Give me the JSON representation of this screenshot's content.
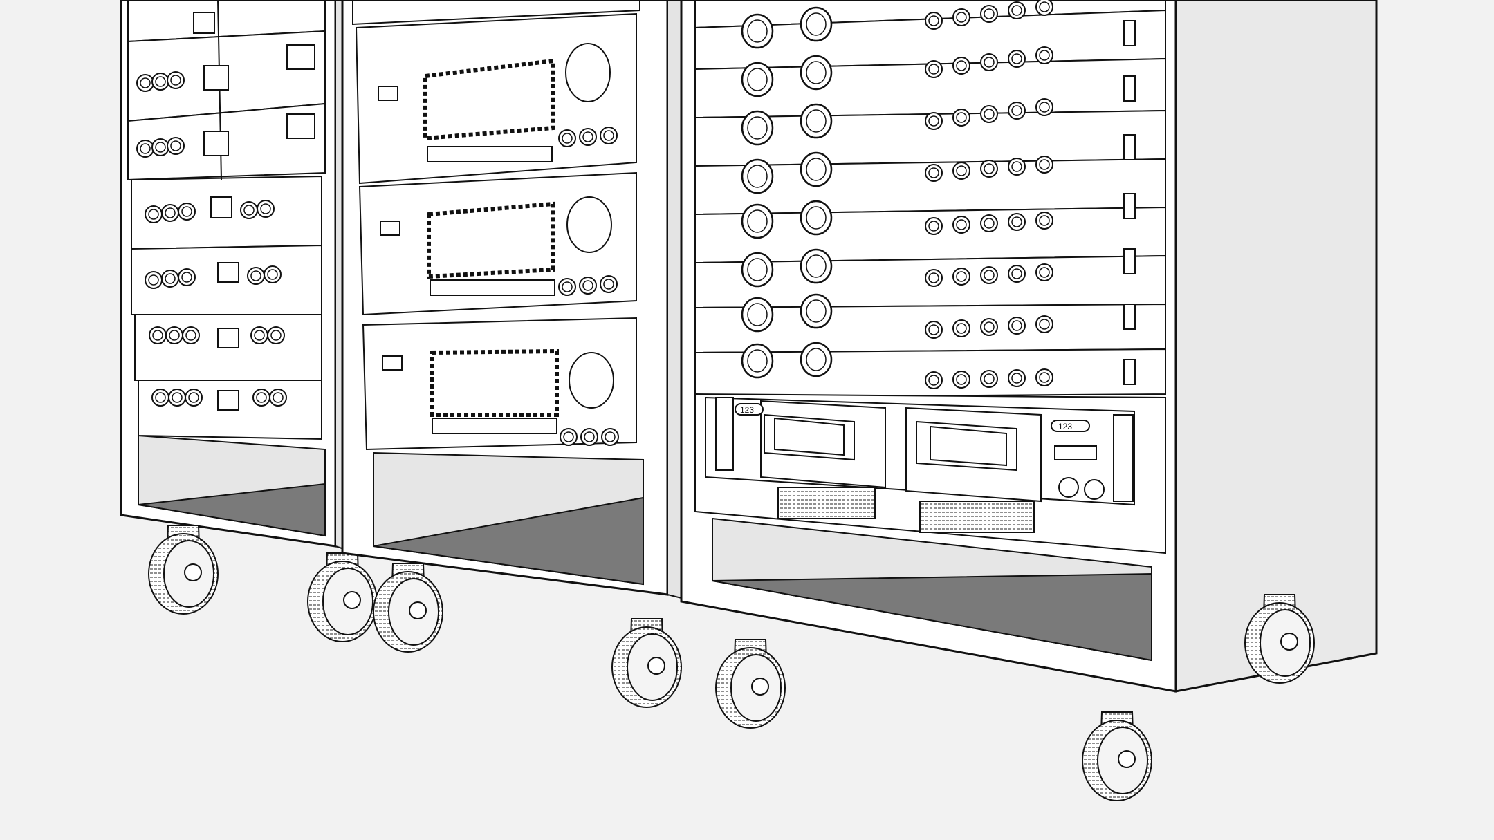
{
  "scene": {
    "description": "Line-drawing 3D render of three mobile equipment racks on casters",
    "background_color": "#f2f2f2",
    "line_color": "#111111",
    "panel_color": "#ffffff",
    "shadow_color": "#7a7a7a",
    "side_color": "#e9e9e9"
  },
  "racks": [
    {
      "name": "left-rack",
      "units": 8,
      "unit_type": "dual-channel processors"
    },
    {
      "name": "middle-rack",
      "units": 3,
      "unit_type": "receivers / amplifiers"
    },
    {
      "name": "right-rack",
      "units": 9,
      "unit_type": "1U processors",
      "extra": "dual cassette deck"
    }
  ],
  "cassette_deck": {
    "counter_left": "123",
    "counter_right": "123"
  }
}
